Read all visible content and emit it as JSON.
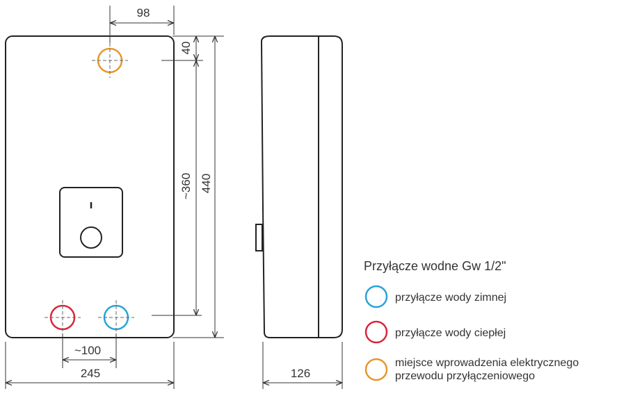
{
  "colors": {
    "outline": "#222222",
    "cold": "#29a3d6",
    "hot": "#d8263a",
    "electric": "#e8962a"
  },
  "dimensions": {
    "top_offset": "98",
    "top_margin": "40",
    "inner_height": "~360",
    "total_height": "440",
    "inlet_spacing": "~100",
    "total_width": "245",
    "depth": "126"
  },
  "legend": {
    "title": "Przyłącze wodne  Gw 1/2\"",
    "items": [
      {
        "color": "#29a3d6",
        "label": "przyłącze wody zimnej"
      },
      {
        "color": "#d8263a",
        "label": "przyłącze wody ciepłej"
      },
      {
        "color": "#e8962a",
        "label_lines": [
          "miejsce wprowadzenia elektrycznego",
          "przewodu przyłączeniowego"
        ]
      }
    ]
  },
  "panel_icons": [
    "power-indicator-icon",
    "rotary-knob-icon"
  ]
}
